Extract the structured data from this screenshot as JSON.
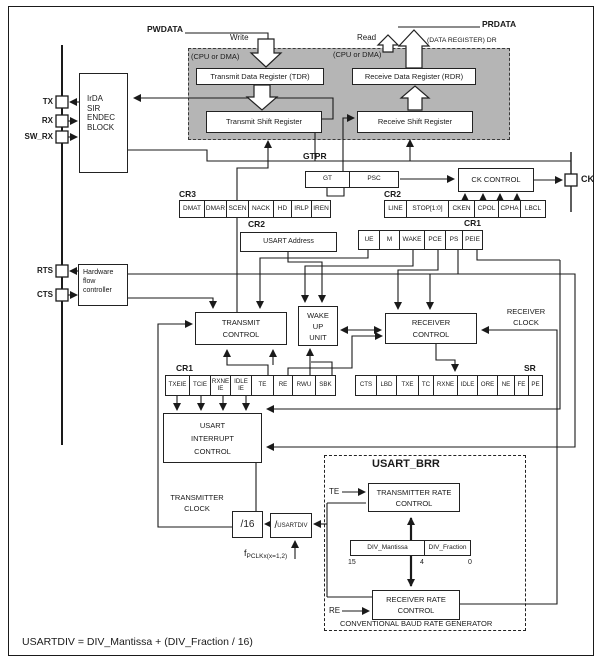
{
  "pins": {
    "tx": "TX",
    "rx": "RX",
    "sw_rx": "SW_RX",
    "rts": "RTS",
    "cts": "CTS",
    "ck": "CK"
  },
  "bus_labels": {
    "pwdata": "PWDATA",
    "prdata": "PRDATA",
    "write": "Write",
    "read": "Read",
    "data_register": "(DATA REGISTER) DR",
    "cpu_or_dma_left": "(CPU or DMA)",
    "cpu_or_dma_right": "(CPU or DMA)"
  },
  "blocks": {
    "irda": "IrDA\nSIR\nENDEC\nBLOCK",
    "hw_flow": "Hardware\nflow\ncontroller",
    "tdr": "Transmit Data Register (TDR)",
    "rdr": "Receive Data Register (RDR)",
    "tsr": "Transmit Shift Register",
    "rsr": "Receive Shift Register",
    "ck_control": "CK CONTROL",
    "transmit_control": "TRANSMIT\nCONTROL",
    "wakeup_unit": "WAKE\nUP\nUNIT",
    "receiver_control": "RECEIVER\nCONTROL",
    "usart_interrupt_control": "USART\nINTERRUPT\nCONTROL",
    "div16": "/16",
    "usartdiv": {
      "slash": "/",
      "name": "USARTDIV"
    },
    "transmitter_rate_control": "TRANSMITTER RATE\nCONTROL",
    "receiver_rate_control": "RECEIVER RATE\nCONTROL"
  },
  "labels": {
    "receiver_clock": "RECEIVER\nCLOCK",
    "transmitter_clock": "TRANSMITTER\nCLOCK",
    "usart_brr": "USART_BRR",
    "te": "TE",
    "re": "RE",
    "fpclk": {
      "base": "f",
      "sub": "PCLKx(x=1,2)"
    },
    "baud_generator": "CONVENTIONAL BAUD RATE GENERATOR",
    "formula": "USARTDIV = DIV_Mantissa + (DIV_Fraction / 16)"
  },
  "registers": {
    "gtpr": {
      "label": "GTPR",
      "bits": [
        "GT",
        "PSC"
      ]
    },
    "cr3": {
      "label": "CR3",
      "bits": [
        "DMAT",
        "DMAR",
        "SCEN",
        "NACK",
        "HD",
        "IRLP",
        "IREN"
      ]
    },
    "cr2_clock": {
      "label": "CR2",
      "bits": [
        "LINE",
        "STOP[1:0]",
        "CKEN",
        "CPOL",
        "CPHA",
        "LBCL"
      ]
    },
    "cr2_addr": {
      "label": "CR2",
      "value": "USART Address"
    },
    "cr1_ctrl": {
      "label": "CR1",
      "bits": [
        "UE",
        "M",
        "WAKE",
        "PCE",
        "PS",
        "PEIE"
      ]
    },
    "cr1_ie": {
      "label": "CR1",
      "bits": [
        "TXEIE",
        "TCIE",
        "RXNE\nIE",
        "IDLE\nIE",
        "TE",
        "RE",
        "RWU",
        "SBK"
      ]
    },
    "sr": {
      "label": "SR",
      "bits": [
        "CTS",
        "LBD",
        "TXE",
        "TC",
        "RXNE",
        "IDLE",
        "ORE",
        "NE",
        "FE",
        "PE"
      ]
    },
    "brr": {
      "bits": [
        "DIV_Mantissa",
        "DIV_Fraction"
      ],
      "bit_positions": [
        "15",
        "4",
        "0"
      ]
    }
  },
  "colors": {
    "shaded_region": "#b5b5b5",
    "line": "#1a1a1a",
    "background": "#ffffff"
  }
}
